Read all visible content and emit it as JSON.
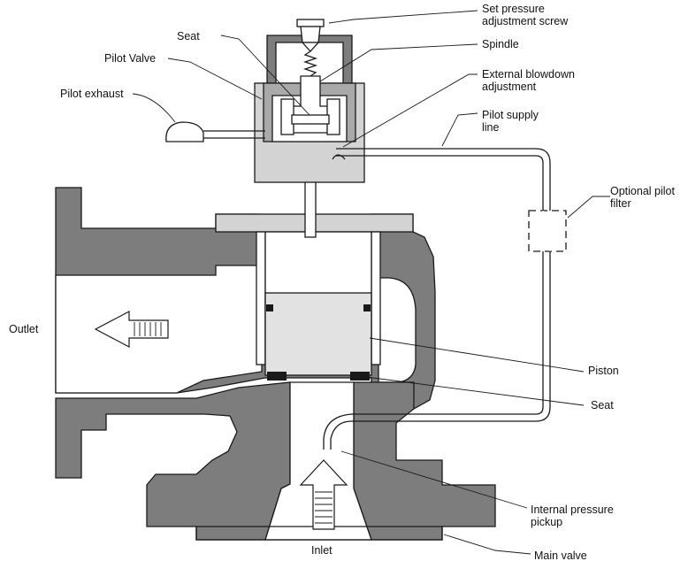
{
  "labels": {
    "set_pressure": [
      "Set pressure",
      "adjustment screw"
    ],
    "seat_top": "Seat",
    "spindle": "Spindle",
    "pilot_valve": "Pilot Valve",
    "external_blowdown": [
      "External blowdown",
      "adjustment"
    ],
    "pilot_exhaust": "Pilot exhaust",
    "pilot_supply": [
      "Pilot supply",
      "line"
    ],
    "optional_filter": [
      "Optional pilot",
      "filter"
    ],
    "outlet": "Outlet",
    "piston": "Piston",
    "seat_main": "Seat",
    "internal_pickup": [
      "Internal pressure",
      "pickup"
    ],
    "inlet": "Inlet",
    "main_valve": "Main valve"
  },
  "colors": {
    "body": "#7d7d7d",
    "pilot_body": "#d3d3d3",
    "line": "#1a1a1a"
  }
}
